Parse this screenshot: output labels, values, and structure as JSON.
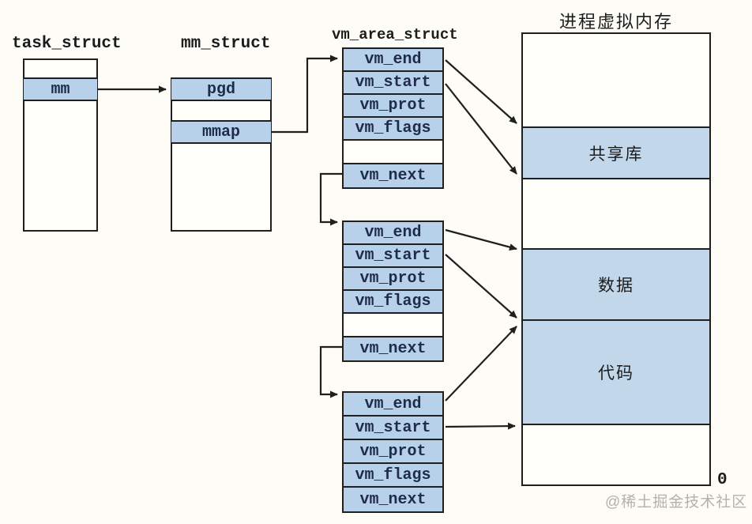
{
  "task_struct": {
    "title": "task_struct",
    "fields": [
      "mm"
    ]
  },
  "mm_struct": {
    "title": "mm_struct",
    "fields": [
      "pgd",
      "mmap"
    ]
  },
  "vm_area_struct": {
    "title": "vm_area_struct",
    "nodes": [
      {
        "fields": [
          "vm_end",
          "vm_start",
          "vm_prot",
          "vm_flags",
          "vm_next"
        ]
      },
      {
        "fields": [
          "vm_end",
          "vm_start",
          "vm_prot",
          "vm_flags",
          "vm_next"
        ]
      },
      {
        "fields": [
          "vm_end",
          "vm_start",
          "vm_prot",
          "vm_flags",
          "vm_next"
        ]
      }
    ]
  },
  "memory": {
    "title": "进程虚拟内存",
    "regions": [
      {
        "label": "共享库"
      },
      {
        "label": "数据"
      },
      {
        "label": "代码"
      }
    ],
    "origin_label": "0"
  },
  "watermark": "@稀土掘金技术社区",
  "colors": {
    "bg": "#fdfcf6",
    "line": "#1f1f1f",
    "field_fill": "#b7d1ea",
    "region_fill": "#c3d7eb",
    "text_navy": "#1e2b4a",
    "text_black": "#1c1c1c",
    "watermark": "#b3b1ac"
  }
}
